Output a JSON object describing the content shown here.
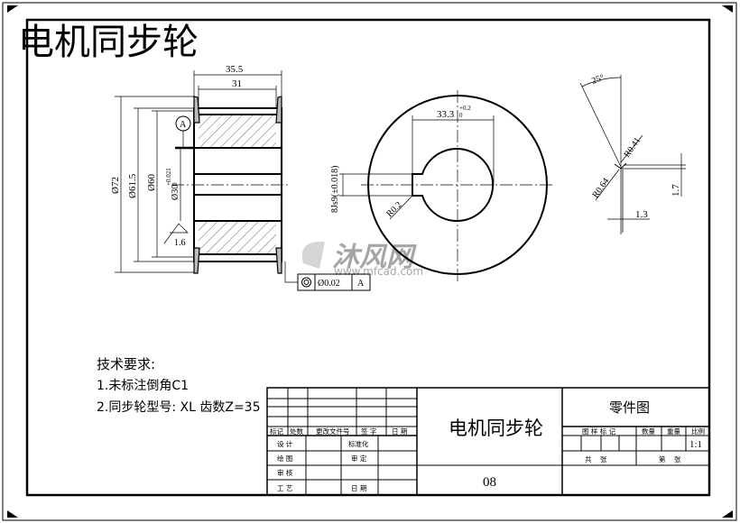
{
  "title_overlay": "电机同步轮",
  "front_view": {
    "dim_width_total": "35.5",
    "dim_width_inner": "31",
    "dim_d72": "Ø72",
    "dim_d615": "Ø61.5",
    "dim_d60": "Ø60",
    "dim_bore": "Ø30",
    "dim_bore_tol_upper": "+0.021",
    "dim_bore_tol_lower": "0",
    "datum_label": "A",
    "roughness": "1.6",
    "tolerance_frame": {
      "value": "Ø0.02",
      "datum": "A"
    }
  },
  "side_view": {
    "dim_keyway_depth": "33.3",
    "dim_keyway_tol_upper": "+0.2",
    "dim_keyway_tol_lower": "0",
    "dim_keyway_width": "8Js9(±0.018)",
    "radius": "R0.2"
  },
  "detail_view": {
    "angle": "25°",
    "r1": "R0.41",
    "r2": "R0.64",
    "dim_h": "1.7",
    "dim_w": "1.3"
  },
  "notes": {
    "heading": "技术要求:",
    "items": [
      "1.未标注倒角C1",
      "2.同步轮型号: XL 齿数Z=35"
    ]
  },
  "title_block": {
    "revision_headers": [
      "标记",
      "处数",
      "更改文件号",
      "签 字",
      "日 期"
    ],
    "roles": [
      "设 计",
      "绘 图",
      "审 核",
      "工 艺"
    ],
    "roles_right": [
      "标准化",
      "审 定",
      "",
      "日 期"
    ],
    "part_name": "电机同步轮",
    "drawing_no": "08",
    "drawing_type": "零件图",
    "attr_headers": [
      "图 样 标 记",
      "数量",
      "重量",
      "比例"
    ],
    "scale": "1:1",
    "sheet_total": "共    张",
    "sheet_no": "第    张"
  },
  "watermark": {
    "brand": "沐风网",
    "url": "www.mfcad.com"
  }
}
